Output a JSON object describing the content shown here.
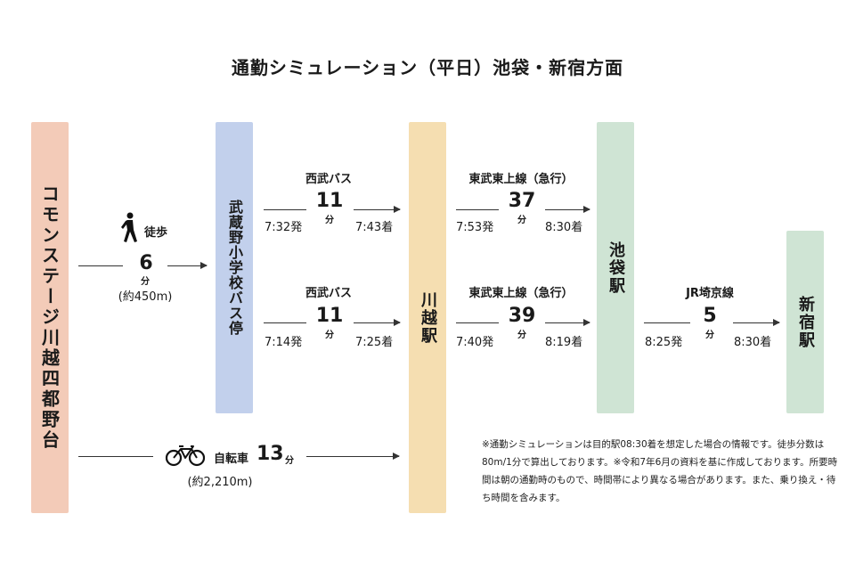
{
  "title": "通勤シミュレーション（平日）池袋・新宿方面",
  "stations": {
    "home": "コモンステージ川越四都野台",
    "bus_stop": "武蔵野小学校バス停",
    "kawagoe": "川越駅",
    "ikebukuro": "池袋駅",
    "shinjuku": "新宿駅"
  },
  "walk": {
    "label": "徒歩",
    "minutes": "6",
    "unit": "分",
    "distance": "(約450m)",
    "icon": "walking-person-icon"
  },
  "bike": {
    "label": "自転車",
    "minutes": "13",
    "unit": "分",
    "distance": "(約2,210m)",
    "icon": "bicycle-icon"
  },
  "bus_routes": [
    {
      "label": "西武バス",
      "minutes": "11",
      "unit": "分",
      "depart": "7:32発",
      "arrive": "7:43着"
    },
    {
      "label": "西武バス",
      "minutes": "11",
      "unit": "分",
      "depart": "7:14発",
      "arrive": "7:25着"
    }
  ],
  "train_routes": [
    {
      "label": "東武東上線（急行）",
      "minutes": "37",
      "unit": "分",
      "depart": "7:53発",
      "arrive": "8:30着"
    },
    {
      "label": "東武東上線（急行）",
      "minutes": "39",
      "unit": "分",
      "depart": "7:40発",
      "arrive": "8:19着"
    }
  ],
  "jr_route": {
    "label": "JR埼京線",
    "minutes": "5",
    "unit": "分",
    "depart": "8:25発",
    "arrive": "8:30着"
  },
  "note": "※通勤シミュレーションは目的駅08:30着を想定した場合の情報です。徒歩分数は80m/1分で算出しております。※令和7年6月の資料を基に作成しております。所要時間は朝の通勤時のもので、時間帯により異なる場合があります。また、乗り換え・待ち時間を含みます。"
}
